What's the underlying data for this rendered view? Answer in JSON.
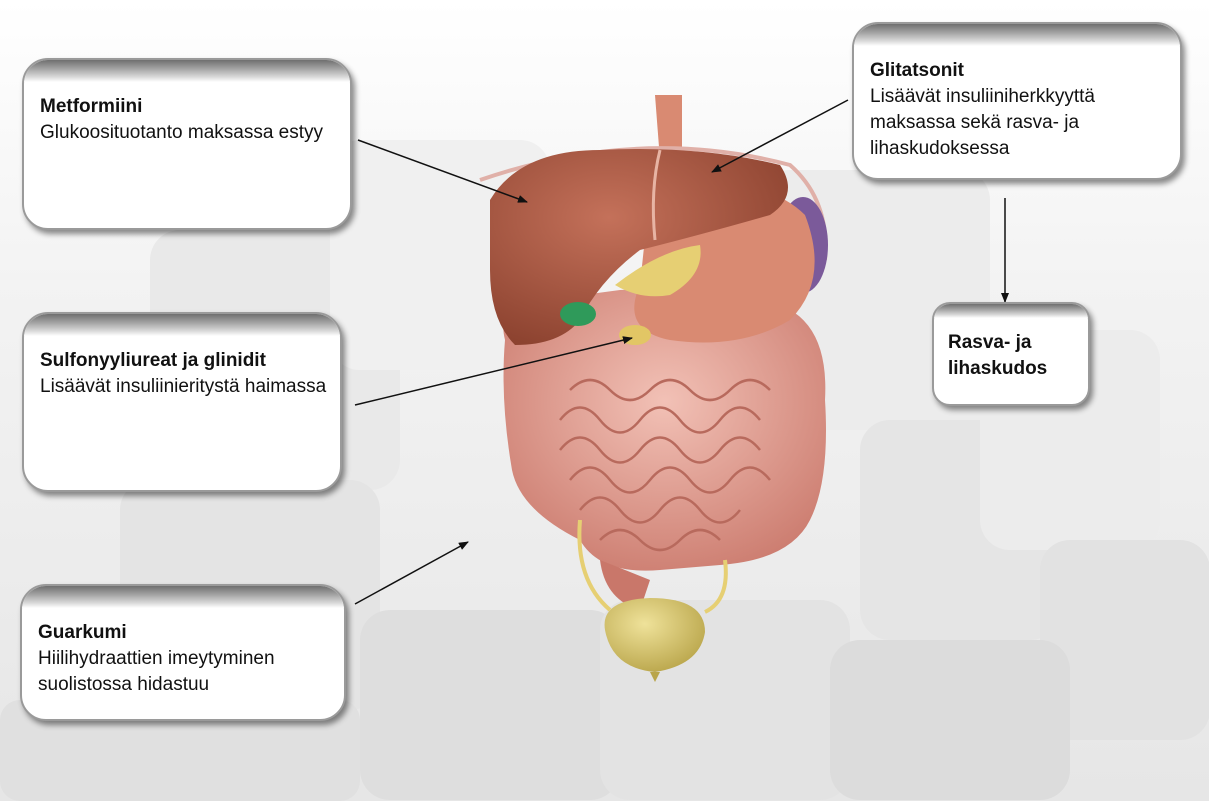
{
  "boxes": {
    "metformin": {
      "title": "Metformiini",
      "text": "Glukoosituotanto maksassa estyy"
    },
    "glitatsonit": {
      "title": "Glitatsonit",
      "text": "Lisäävät insuliiniherkkyyttä maksassa sekä rasva- ja lihaskudoksessa"
    },
    "sulfo": {
      "title": "Sulfonyyliureat ja glinidit",
      "text": "Lisäävät insuliinieritystä haimassa"
    },
    "guarkumi": {
      "title": "Guarkumi",
      "text": "Hiilihydraattien imeytyminen suolistossa hidastuu"
    },
    "rasva": {
      "title": "Rasva- ja lihaskudos"
    }
  },
  "colors": {
    "liver": "#a8553a",
    "stomach": "#d98a72",
    "intestine": "#e4a59a",
    "spleen": "#7b5a9a",
    "gallbladder": "#2f9a5a",
    "pancreas": "#e6cf73",
    "bladder": "#d9c96a",
    "background": "#f2f2f2"
  }
}
